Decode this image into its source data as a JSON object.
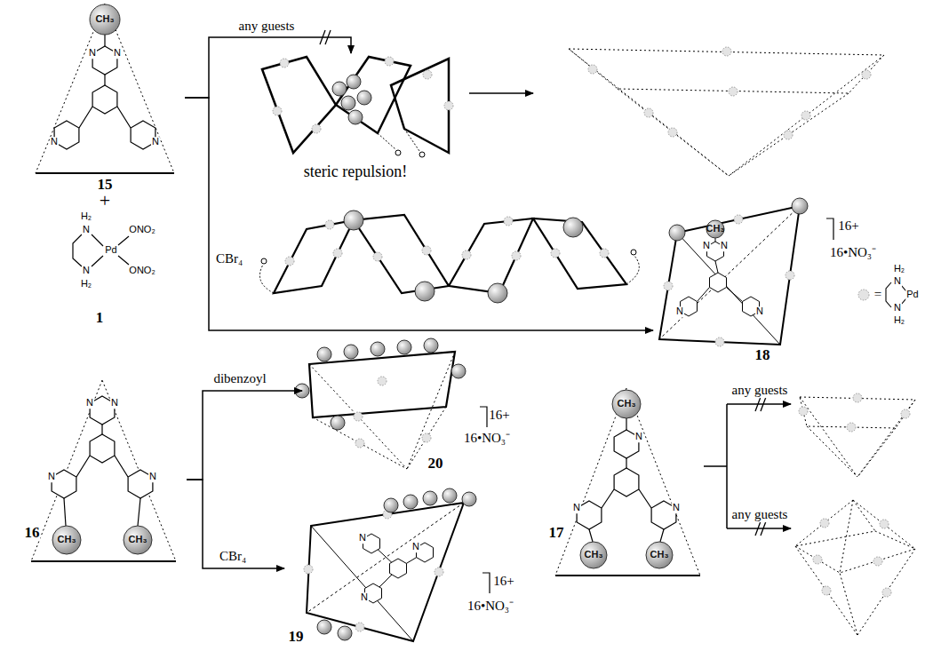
{
  "diagram": {
    "nodes": [
      {
        "text": [
          "CH₃",
          "N",
          "N",
          "N",
          "N",
          "15"
        ]
      },
      {
        "text": [
          "H₂",
          "N",
          "Pd",
          "ONO₂",
          "ONO₂",
          "N",
          "H₂",
          "1"
        ]
      },
      {
        "text": [
          "steric repulsion!"
        ]
      },
      {
        "text": [
          "CH₃",
          "N",
          "N",
          "N",
          "N",
          "18",
          "16+",
          "16•NO₃⁻"
        ]
      },
      {
        "text": [
          "N",
          "N",
          "N",
          "N",
          "CH₃",
          "CH₃",
          "16"
        ]
      },
      {
        "text": [
          "20",
          "16+",
          "16•NO₃⁻"
        ]
      },
      {
        "text": [
          "N",
          "N",
          "N",
          "19",
          "16+",
          "16•NO₃⁻"
        ]
      },
      {
        "text": [
          "CH₃",
          "N",
          "N",
          "N",
          "CH₃",
          "CH₃",
          "17"
        ]
      }
    ],
    "edges": [
      {
        "from": 0,
        "to": 2,
        "label": "any guests",
        "arrow": "to"
      },
      {
        "from": 0,
        "to": 3,
        "label": "CBr₄",
        "arrow": "to"
      },
      {
        "from": 4,
        "to": 5,
        "label": "dibenzoyl",
        "arrow": "to"
      },
      {
        "from": 4,
        "to": 6,
        "label": "CBr₄",
        "arrow": "to"
      }
    ],
    "labels": [
      "+",
      "any guests",
      "any guests",
      "H₂",
      "N",
      "Pd",
      "N",
      "H₂"
    ],
    "legend": [
      {
        "text": "="
      }
    ]
  }
}
